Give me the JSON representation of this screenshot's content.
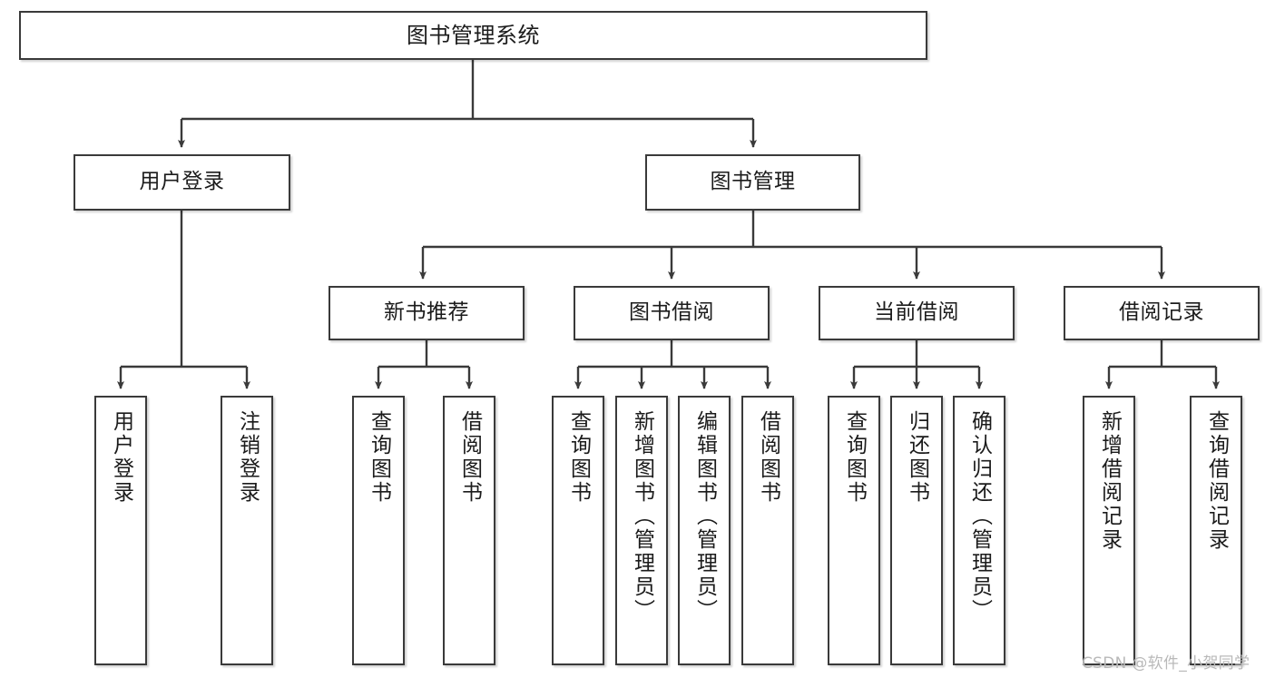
{
  "diagram": {
    "title": "图书管理系统",
    "watermark": "CSDN @软件_小贺同学",
    "line_color": "#3a3a3a",
    "box_fill": "#ffffff",
    "text_color": "#1b1b1b",
    "nodes": {
      "root": "图书管理系统",
      "user_login": "用户登录",
      "book_manage": "图书管理",
      "new_book_rec": "新书推荐",
      "book_borrow": "图书借阅",
      "current_borrow": "当前借阅",
      "borrow_record": "借阅记录",
      "leaf_user_login": "用户登录",
      "leaf_logout": "注销登录",
      "leaf_query_book_1": "查询图书",
      "leaf_borrow_book_1": "借阅图书",
      "leaf_query_book_2": "查询图书",
      "leaf_add_book_admin": "新增图书（管理员）",
      "leaf_edit_book_admin": "编辑图书（管理员）",
      "leaf_borrow_book_2": "借阅图书",
      "leaf_query_book_3": "查询图书",
      "leaf_return_book": "归还图书",
      "leaf_confirm_return_admin": "确认归还（管理员）",
      "leaf_add_borrow_record": "新增借阅记录",
      "leaf_query_borrow_record": "查询借阅记录"
    },
    "tree": {
      "root": "图书管理系统",
      "children": [
        {
          "label": "用户登录",
          "children": [
            {
              "label": "用户登录"
            },
            {
              "label": "注销登录"
            }
          ]
        },
        {
          "label": "图书管理",
          "children": [
            {
              "label": "新书推荐",
              "children": [
                {
                  "label": "查询图书"
                },
                {
                  "label": "借阅图书"
                }
              ]
            },
            {
              "label": "图书借阅",
              "children": [
                {
                  "label": "查询图书"
                },
                {
                  "label": "新增图书（管理员）"
                },
                {
                  "label": "编辑图书（管理员）"
                },
                {
                  "label": "借阅图书"
                }
              ]
            },
            {
              "label": "当前借阅",
              "children": [
                {
                  "label": "查询图书"
                },
                {
                  "label": "归还图书"
                },
                {
                  "label": "确认归还（管理员）"
                }
              ]
            },
            {
              "label": "借阅记录",
              "children": [
                {
                  "label": "新增借阅记录"
                },
                {
                  "label": "查询借阅记录"
                }
              ]
            }
          ]
        }
      ]
    }
  }
}
